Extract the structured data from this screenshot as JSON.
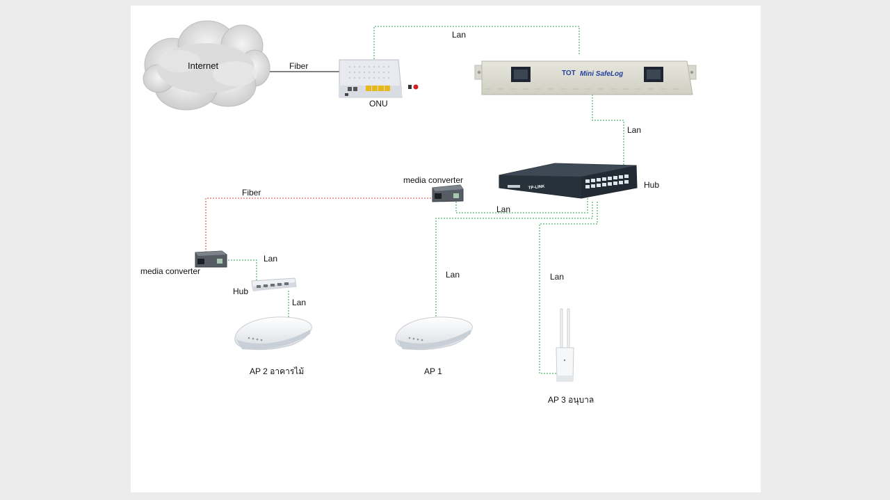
{
  "labels": {
    "internet": "Internet",
    "fiber_top": "Fiber",
    "onu": "ONU",
    "lan_top": "Lan",
    "logger_brand": "TOT",
    "logger_name": "Mini SafeLog",
    "lan_logger_hub": "Lan",
    "hub_main": "Hub",
    "switch_brand": "TP-LINK",
    "media_converter_top": "media converter",
    "fiber_left": "Fiber",
    "lan_mc_hub": "Lan",
    "media_converter_left": "media converter",
    "lan_mc_smallhub": "Lan",
    "hub_small": "Hub",
    "lan_smallhub_ap2": "Lan",
    "lan_ap1": "Lan",
    "lan_ap3": "Lan",
    "ap1": "AP 1",
    "ap2": "AP 2 อาคารไม้",
    "ap3": "AP 3 อนุบาล"
  },
  "colors": {
    "lan": "#22a34a",
    "fiber": "#e23b3b",
    "wire": "#000000",
    "device_light": "#dcdcd2",
    "switch_dark": "#2f3a44"
  }
}
